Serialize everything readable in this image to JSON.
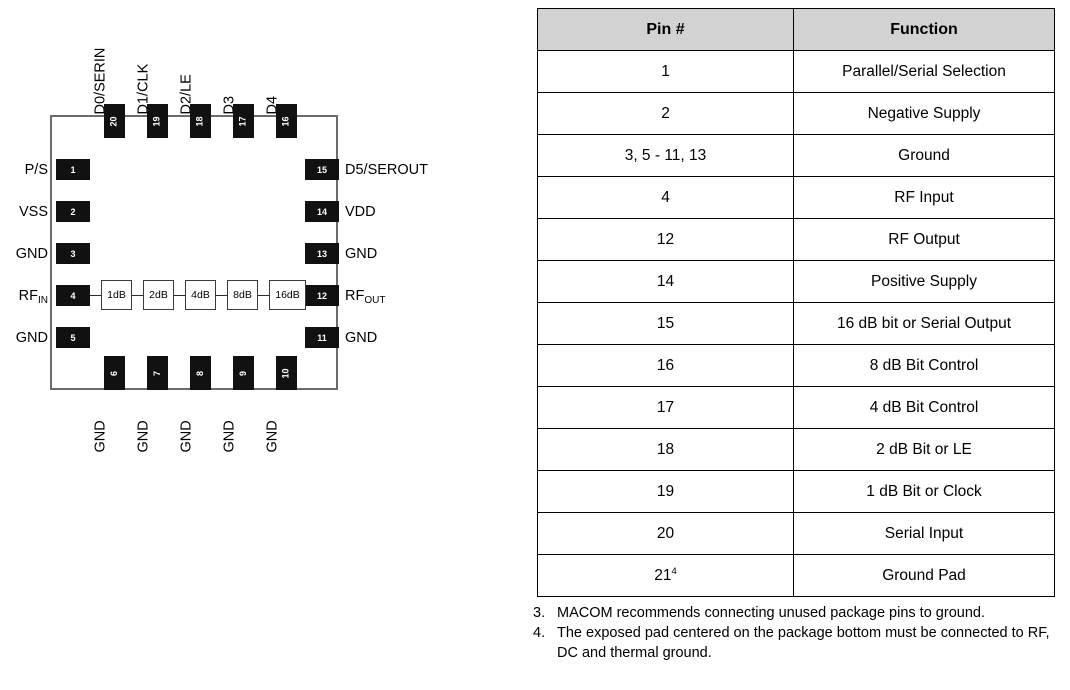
{
  "diagram": {
    "name": "qfn-20-pin-package-diagram",
    "left_pins": [
      {
        "num": "1",
        "label": "P/S"
      },
      {
        "num": "2",
        "label": "VSS"
      },
      {
        "num": "3",
        "label": "GND"
      },
      {
        "num": "4",
        "label": "RF",
        "sub": "IN"
      },
      {
        "num": "5",
        "label": "GND"
      }
    ],
    "right_pins": [
      {
        "num": "15",
        "label": "D5/SEROUT"
      },
      {
        "num": "14",
        "label": "VDD"
      },
      {
        "num": "13",
        "label": "GND"
      },
      {
        "num": "12",
        "label": "RF",
        "sub": "OUT"
      },
      {
        "num": "11",
        "label": "GND"
      }
    ],
    "top_pins": [
      {
        "num": "20",
        "label": "D0/SERIN"
      },
      {
        "num": "19",
        "label": "D1/CLK"
      },
      {
        "num": "18",
        "label": "D2/LE"
      },
      {
        "num": "17",
        "label": "D3"
      },
      {
        "num": "16",
        "label": "D4"
      }
    ],
    "bottom_pins": [
      {
        "num": "6",
        "label": "GND"
      },
      {
        "num": "7",
        "label": "GND"
      },
      {
        "num": "8",
        "label": "GND"
      },
      {
        "num": "9",
        "label": "GND"
      },
      {
        "num": "10",
        "label": "GND"
      }
    ],
    "attenuator_chain": [
      "1dB",
      "2dB",
      "4dB",
      "8dB",
      "16dB"
    ]
  },
  "table": {
    "headers": {
      "pin": "Pin #",
      "function": "Function"
    },
    "rows": [
      {
        "pin": "1",
        "function": "Parallel/Serial Selection"
      },
      {
        "pin": "2",
        "function": "Negative Supply"
      },
      {
        "pin": "3, 5 - 11, 13",
        "function": "Ground"
      },
      {
        "pin": "4",
        "function": "RF Input"
      },
      {
        "pin": "12",
        "function": "RF Output"
      },
      {
        "pin": "14",
        "function": "Positive Supply"
      },
      {
        "pin": "15",
        "function": "16 dB bit or Serial Output"
      },
      {
        "pin": "16",
        "function": "8 dB Bit Control"
      },
      {
        "pin": "17",
        "function": "4 dB Bit Control"
      },
      {
        "pin": "18",
        "function": "2 dB Bit or LE"
      },
      {
        "pin": "19",
        "function": "1 dB Bit or Clock"
      },
      {
        "pin": "20",
        "function": "Serial Input"
      },
      {
        "pin": "21",
        "pin_sup": "4",
        "function": "Ground Pad"
      }
    ]
  },
  "footnotes": [
    {
      "num": "3.",
      "text": "MACOM recommends connecting unused package pins to ground."
    },
    {
      "num": "4.",
      "text": "The exposed pad centered on the package bottom must be connected to RF, DC and thermal ground."
    }
  ],
  "colors": {
    "pad_fill": "#111111",
    "header_bg": "#d2d2d2",
    "outline": "#6b6b6b"
  }
}
